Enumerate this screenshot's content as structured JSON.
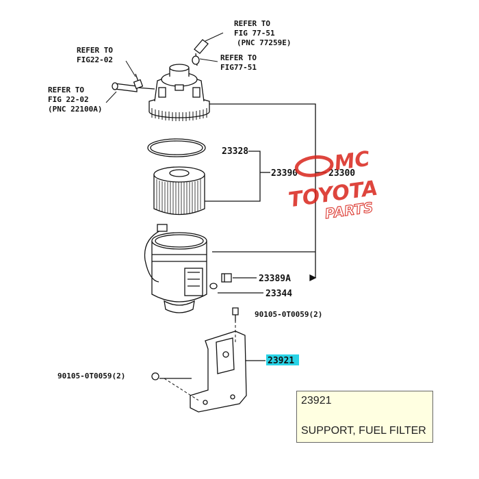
{
  "refs": {
    "top_right_1": "REFER TO",
    "top_right_2": "FIG 77-51",
    "top_right_3": "(PNC 77259E)",
    "mid_right_1": "REFER TO",
    "mid_right_2": "FIG77-51",
    "top_left_1": "REFER TO",
    "top_left_2": "FIG22-02",
    "left_1": "REFER TO",
    "left_2": "FIG 22-02",
    "left_3": "(PNC 22100A)"
  },
  "parts": {
    "p23328": "23328",
    "p23390": "23390",
    "p23300": "23300",
    "p23389A": "23389A",
    "p23344": "23344",
    "p90105_upper": "90105-0T0059(2)",
    "p90105_lower": "90105-0T0059(2)",
    "p23921": "23921"
  },
  "watermark": {
    "line1": "MC",
    "line2": "TOYOTA",
    "line3": "PARTS",
    "color": "#d9251c"
  },
  "tooltip": {
    "part_number": "23921",
    "description": "SUPPORT, FUEL FILTER",
    "bg": "#ffffe1"
  },
  "highlight_color": "#29d3e6"
}
